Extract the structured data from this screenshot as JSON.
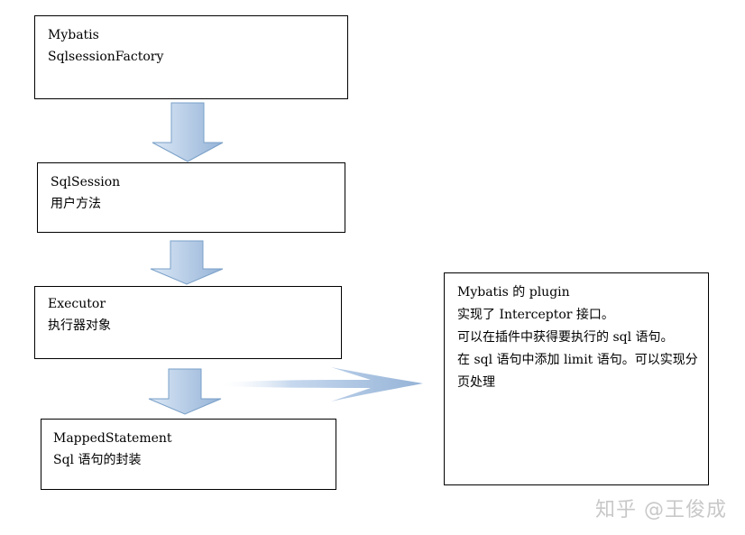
{
  "boxes": {
    "factory": [
      "Mybatis",
      "SqlsessionFactory"
    ],
    "session": [
      "SqlSession",
      "用户方法"
    ],
    "executor": [
      "Executor",
      "执行器对象"
    ],
    "mapped": [
      "MappedStatement",
      "Sql 语句的封装"
    ],
    "plugin": [
      "Mybatis 的 plugin",
      "实现了 Interceptor 接口。",
      "可以在插件中获得要执行的 sql 语句。",
      "在 sql 语句中添加 limit 语句。可以实现分页处理"
    ]
  },
  "watermark": "知乎 @王俊成",
  "colors": {
    "arrow_fill_light": "#dbe8f6",
    "arrow_fill_dark": "#95b3d7",
    "arrow_stroke": "#7aa0c8",
    "border": "#000000",
    "watermark": "#c8c8c8"
  }
}
